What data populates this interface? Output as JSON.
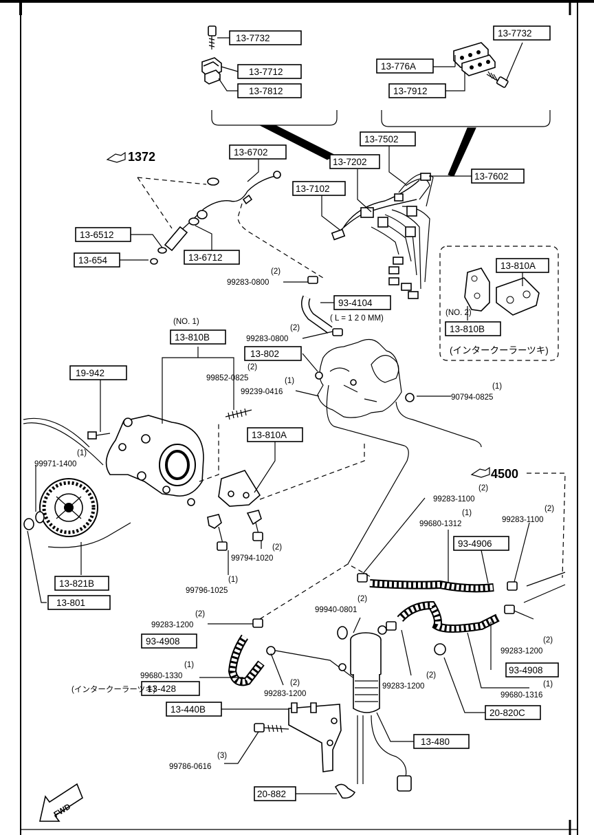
{
  "refs": {
    "ref_1372": "1372",
    "ref_4500": "4500"
  },
  "callouts": {
    "c_13_7732_a": "13-7732",
    "c_13_7712": "13-7712",
    "c_13_7812": "13-7812",
    "c_13_7732_b": "13-7732",
    "c_13_776A": "13-776A",
    "c_13_7912": "13-7912",
    "c_13_7502": "13-7502",
    "c_13_6702": "13-6702",
    "c_13_7202": "13-7202",
    "c_13_7102": "13-7102",
    "c_13_7602": "13-7602",
    "c_13_6512": "13-6512",
    "c_13_654": "13-654",
    "c_13_6712": "13-6712",
    "c_13_810A_inset": "13-810A",
    "c_93_4104": "93-4104",
    "c_13_810B_inset": "13-810B",
    "c_13_810B_main": "13-810B",
    "c_13_802": "13-802",
    "c_19_942": "19-942",
    "c_13_810A_main": "13-810A",
    "c_13_821B": "13-821B",
    "c_13_801": "13-801",
    "c_93_4906": "93-4906",
    "c_93_4908_a": "93-4908",
    "c_13_428": "13-428",
    "c_13_440B": "13-440B",
    "c_13_480": "13-480",
    "c_20_882": "20-882",
    "c_93_4908_b": "93-4908",
    "c_20_820C": "20-820C"
  },
  "part_numbers": {
    "p_99283_0800_a": "99283-0800",
    "q_99283_0800_a": "(2)",
    "p_99283_0800_b": "99283-0800",
    "q_99283_0800_b": "(2)",
    "p_99852_0825": "99852-0825",
    "q_99852_0825": "(2)",
    "p_99239_0416": "99239-0416",
    "q_99239_0416": "(1)",
    "p_90794_0825": "90794-0825",
    "q_90794_0825": "(1)",
    "p_99971_1400": "99971-1400",
    "q_99971_1400": "(1)",
    "p_99794_1020": "99794-1020",
    "q_99794_1020": "(2)",
    "p_99796_1025": "99796-1025",
    "q_99796_1025": "(1)",
    "p_99283_1100_a": "99283-1100",
    "q_99283_1100_a": "(2)",
    "p_99680_1312": "99680-1312",
    "q_99680_1312": "(1)",
    "p_99283_1100_b": "99283-1100",
    "q_99283_1100_b": "(2)",
    "p_99283_1200_a": "99283-1200",
    "q_99283_1200_a": "(2)",
    "p_99940_0801": "99940-0801",
    "q_99940_0801": "(2)",
    "p_99680_1330": "99680-1330",
    "q_99680_1330": "(1)",
    "p_99283_1200_b": "99283-1200",
    "q_99283_1200_b": "(2)",
    "p_99283_1200_c": "99283-1200",
    "q_99283_1200_c": "(2)",
    "p_99283_1200_d": "99283-1200",
    "q_99283_1200_d": "(2)",
    "p_99680_1316": "99680-1316",
    "q_99680_1316": "(1)",
    "p_99786_0616": "99786-0616",
    "q_99786_0616": "(3)"
  },
  "notes": {
    "no1": "(NO. 1)",
    "no2": "(NO. 2)",
    "length": "( L = 1 2 0 MM)",
    "intercooler_inset": "(インタークーラーツキ)",
    "intercooler_428": "(インタークーラーツキ)",
    "fwd": "FWD"
  }
}
